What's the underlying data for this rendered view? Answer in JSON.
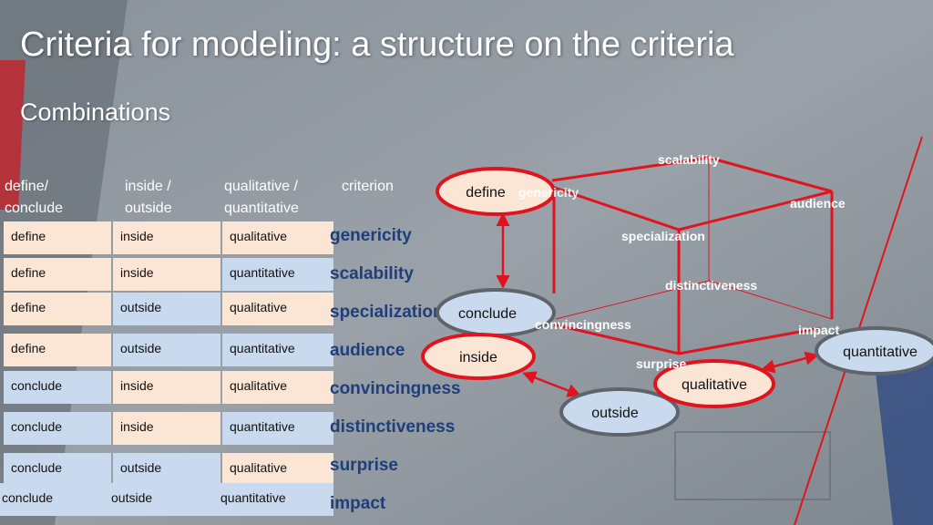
{
  "title": "Criteria for modeling: a structure on the criteria",
  "subtitle": "Combinations",
  "table": {
    "headers": [
      "define/\nconclude",
      "inside /\noutside",
      "qualitative /\nquantitative",
      "criterion"
    ],
    "rows": [
      {
        "a": "define",
        "b": "inside",
        "c": "qualitative",
        "criterion": "genericity"
      },
      {
        "a": "define",
        "b": "inside",
        "c": "quantitative",
        "criterion": "scalability"
      },
      {
        "a": "define",
        "b": "outside",
        "c": "qualitative",
        "criterion": "specialization"
      },
      {
        "a": "define",
        "b": "outside",
        "c": "quantitative",
        "criterion": "audience"
      },
      {
        "a": "conclude",
        "b": "inside",
        "c": "qualitative",
        "criterion": "convincingness"
      },
      {
        "a": "conclude",
        "b": "inside",
        "c": "quantitative",
        "criterion": "distinctiveness"
      },
      {
        "a": "conclude",
        "b": "outside",
        "c": "qualitative",
        "criterion": "surprise"
      },
      {
        "a": "conclude",
        "b": "outside",
        "c": "quantitative",
        "criterion": "impact"
      }
    ]
  },
  "diagram": {
    "nodes": {
      "define": "define",
      "conclude": "conclude",
      "inside": "inside",
      "outside": "outside",
      "qualitative": "qualitative",
      "quantitative": "quantitative"
    },
    "cube_labels": {
      "genericity": "genericity",
      "scalability": "scalability",
      "audience": "audience",
      "specialization": "specialization",
      "distinctiveness": "distinctiveness",
      "convincingness": "convincingness",
      "impact": "impact",
      "surprise": "surprise"
    }
  },
  "colors": {
    "accent_red": "#e0141e",
    "criterion_text": "#1f3f7a",
    "node_fill": "#c9d9ee",
    "node_fill_warm": "#fbe6d6"
  }
}
